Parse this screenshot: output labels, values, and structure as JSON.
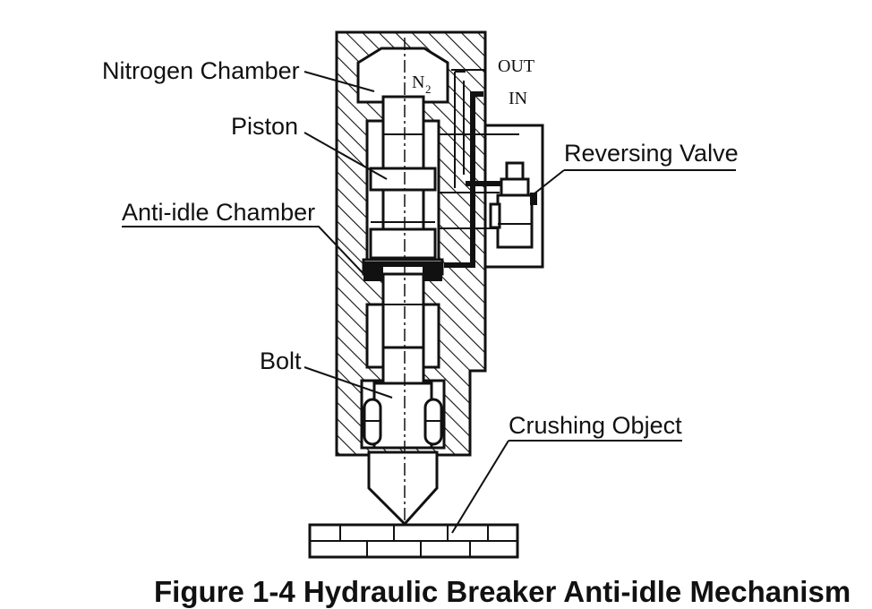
{
  "labels": {
    "nitrogen_chamber": "Nitrogen Chamber",
    "piston": "Piston",
    "anti_idle_chamber": "Anti-idle Chamber",
    "bolt": "Bolt",
    "reversing_valve": "Reversing Valve",
    "crushing_object": "Crushing Object",
    "out_port": "OUT",
    "in_port": "IN",
    "gas_symbol": "N",
    "gas_subscript": "2"
  },
  "caption": "Figure 1-4 Hydraulic Breaker Anti-idle Mechanism"
}
